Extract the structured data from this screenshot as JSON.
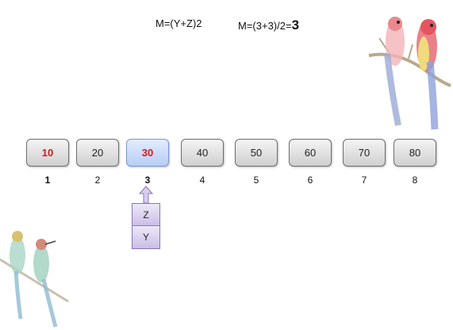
{
  "formula": {
    "general": "M=(Y+Z)2",
    "specific": "M=(3+3)/2=",
    "result": "3"
  },
  "cells": [
    {
      "value": "10",
      "index": "1"
    },
    {
      "value": "20",
      "index": "2"
    },
    {
      "value": "30",
      "index": "3"
    },
    {
      "value": "40",
      "index": "4"
    },
    {
      "value": "50",
      "index": "5"
    },
    {
      "value": "60",
      "index": "6"
    },
    {
      "value": "70",
      "index": "7"
    },
    {
      "value": "80",
      "index": "8"
    }
  ],
  "pointers": {
    "z_label": "Z",
    "y_label": "Y"
  },
  "colors": {
    "highlight_text": "#d11a1a",
    "active_cell": "#b7cdf5",
    "pointer_fill": "#cbbde6"
  }
}
